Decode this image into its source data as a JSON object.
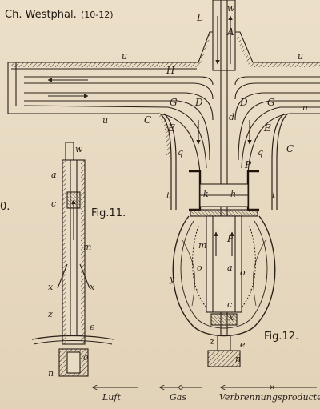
{
  "header": {
    "title": "Ch. Westphal.",
    "range": "(10-12)"
  },
  "edge_fragment": "0.",
  "figures": {
    "fig11": {
      "caption": "Fig.11.",
      "labels": {
        "w": "w",
        "a": "a",
        "c": "c",
        "m": "m",
        "x_left": "x",
        "x_right": "x",
        "z": "z",
        "e": "e",
        "o": "o",
        "n": "n"
      }
    },
    "fig12": {
      "caption": "Fig.12.",
      "labels": {
        "w": "w",
        "L": "L",
        "A": "A",
        "u_tl": "u",
        "u_tr": "u",
        "u_l": "u",
        "u_r": "u",
        "H": "H",
        "G_l": "G",
        "D_l": "D",
        "D_r": "D",
        "G_r": "G",
        "C_l": "C",
        "C_r": "C",
        "E_l": "E",
        "E_r": "E",
        "d": "d",
        "q_l": "q",
        "q_r": "q",
        "t_l": "t",
        "t_r": "t",
        "k": "k",
        "h": "h",
        "P": "P",
        "F": "F",
        "m": "m",
        "a": "a",
        "o_l": "o",
        "o_r": "o",
        "y": "y",
        "c": "c",
        "x": "x",
        "z": "z",
        "n": "n",
        "e": "e"
      }
    }
  },
  "legend": {
    "air": "Luft",
    "gas": "Gas",
    "combustion": "Verbrennungsproducte"
  }
}
